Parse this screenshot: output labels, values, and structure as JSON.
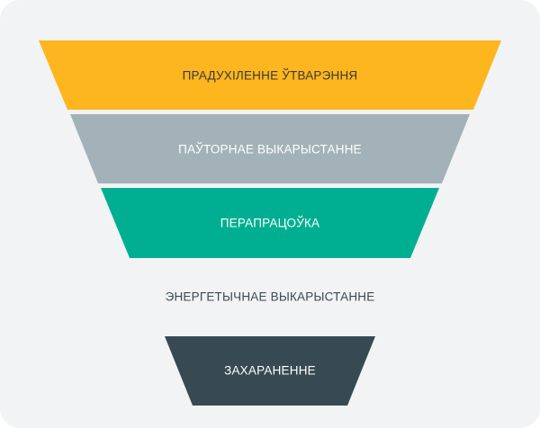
{
  "funnel": {
    "tiers": [
      {
        "label": "ПРАДУХІЛЕННЕ ЎТВАРЭННЯ",
        "fill": "#fdb61d",
        "text_color": "#3a3a3a"
      },
      {
        "label": "ПАЎТОРНАЕ ВЫКАРЫСТАННЕ",
        "fill": "#a3b2b8",
        "text_color": "#ffffff"
      },
      {
        "label": "ПЕРАПРАЦОЎКА",
        "fill": "#00af91",
        "text_color": "#ffffff"
      },
      {
        "label": "ЭНЕРГЕТЫЧНАЕ ВЫКАРЫСТАННЕ",
        "fill": "#f2f3f5",
        "text_color": "#3a4a52"
      },
      {
        "label": "ЗАХАРАНЕННЕ",
        "fill": "#374a52",
        "text_color": "#ffffff"
      }
    ]
  }
}
